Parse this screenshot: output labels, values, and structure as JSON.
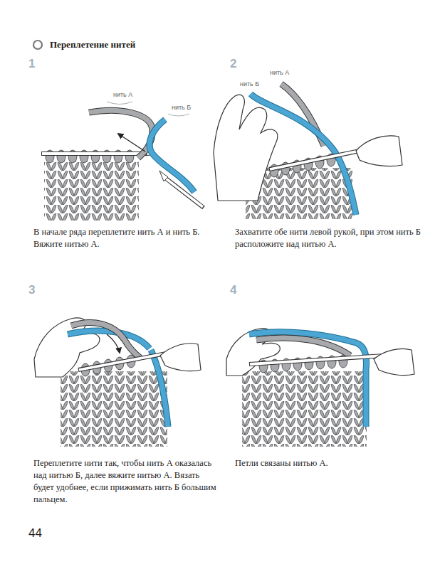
{
  "diagram": {
    "title": "Переплетение нитей",
    "labels": [
      "1",
      "нить А",
      "нить Б",
      "В начале ряда переплетите нить А и нить Б. Вяжите нитью А.",
      "2",
      "нить Б",
      "нить А",
      "Захватите обе нити левой рукой, при этом нить Б расположите над нитью А.",
      "3",
      "Переплетите нити так, чтобы нить А оказалась над нитью Б, далее вяжите нитью А. Вязать будет удобнее, если прижимать нить Б большим пальцем.",
      "4",
      "Петли связаны нитью А.",
      "44"
    ]
  }
}
